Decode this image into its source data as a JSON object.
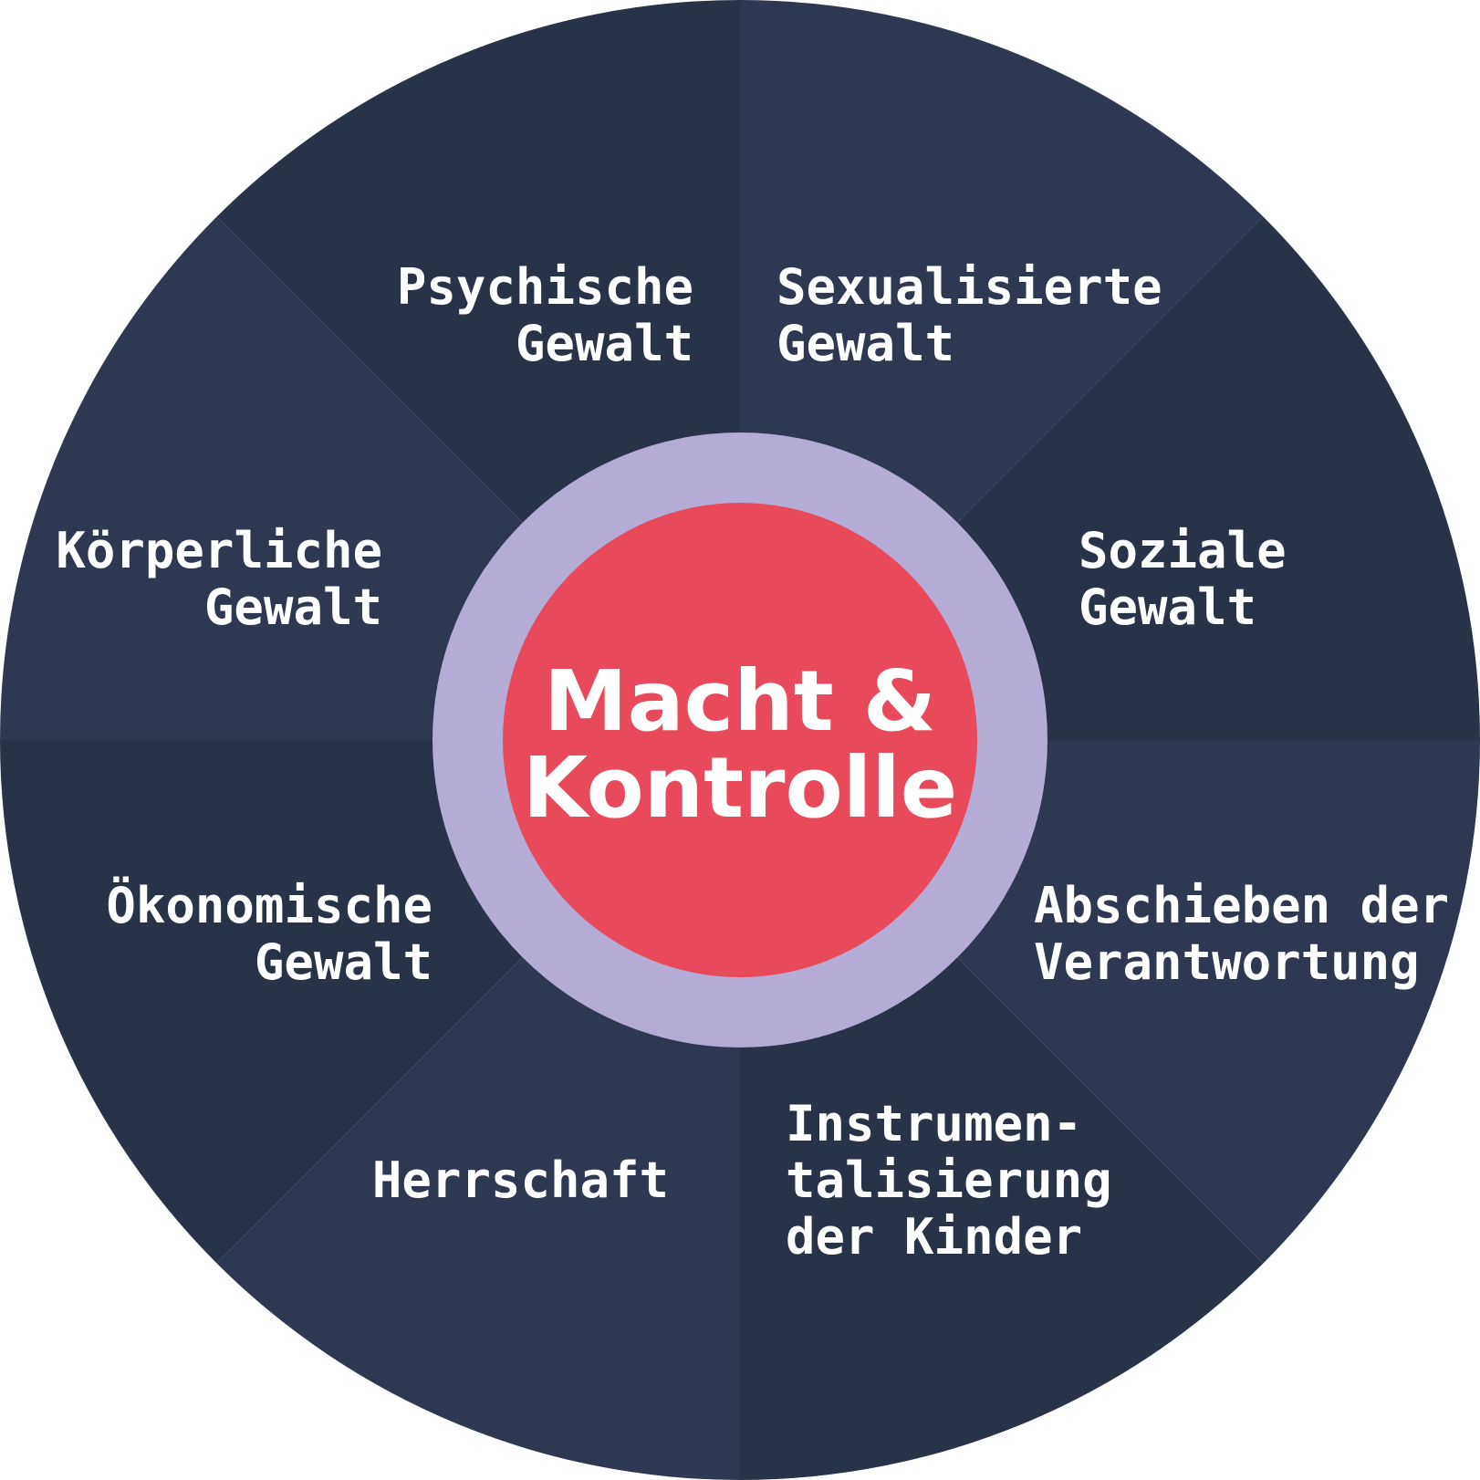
{
  "center": {
    "label_line1": "Macht &",
    "label_line2": "Kontrolle"
  },
  "segments": [
    {
      "lines": [
        "Psychische",
        "Gewalt"
      ]
    },
    {
      "lines": [
        "Sexualisierte",
        "Gewalt"
      ]
    },
    {
      "lines": [
        "Soziale",
        "Gewalt"
      ]
    },
    {
      "lines": [
        "Abschieben der",
        "Verantwortung"
      ]
    },
    {
      "lines": [
        "Instrumen-",
        "talisierung",
        "der Kinder"
      ]
    },
    {
      "lines": [
        "Herrschaft"
      ]
    },
    {
      "lines": [
        "Ökonomische",
        "Gewalt"
      ]
    },
    {
      "lines": [
        "Körperliche",
        "Gewalt"
      ]
    }
  ],
  "colors": {
    "segment_dark": "#283347",
    "segment_light": "#2e3850",
    "ring": "#b5acd5",
    "core": "#e84a5c",
    "text": "#ffffff"
  }
}
